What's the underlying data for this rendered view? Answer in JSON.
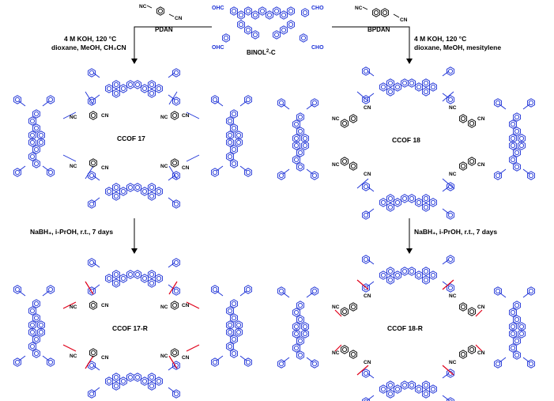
{
  "reagents": {
    "pdan": "PDAN",
    "bpdan": "BPDAN",
    "binol": "BINOL",
    "binol_sup": "2",
    "binol_suffix": "-C",
    "cho": "OHC",
    "cho_r": "CHO",
    "nc": "NC",
    "cn": "CN"
  },
  "conditions": {
    "left_line1": "4 M KOH, 120 °C",
    "left_line2": "dioxane, MeOH, CH₃CN",
    "right_line1": "4 M KOH, 120 °C",
    "right_line2": "dioxane, MeOH, mesitylene",
    "reduce_left": "NaBH₄, i-PrOH, r.t., 7 days",
    "reduce_right": "NaBH₄, i-PrOH, r.t., 7 days"
  },
  "products": {
    "ccof17": "CCOF 17",
    "ccof18": "CCOF 18",
    "ccof17r": "CCOF 17-R",
    "ccof18r": "CCOF 18-R"
  },
  "colors": {
    "framework": "#1a2fd6",
    "linker": "#000000",
    "reduced_bond": "#e0001a"
  }
}
